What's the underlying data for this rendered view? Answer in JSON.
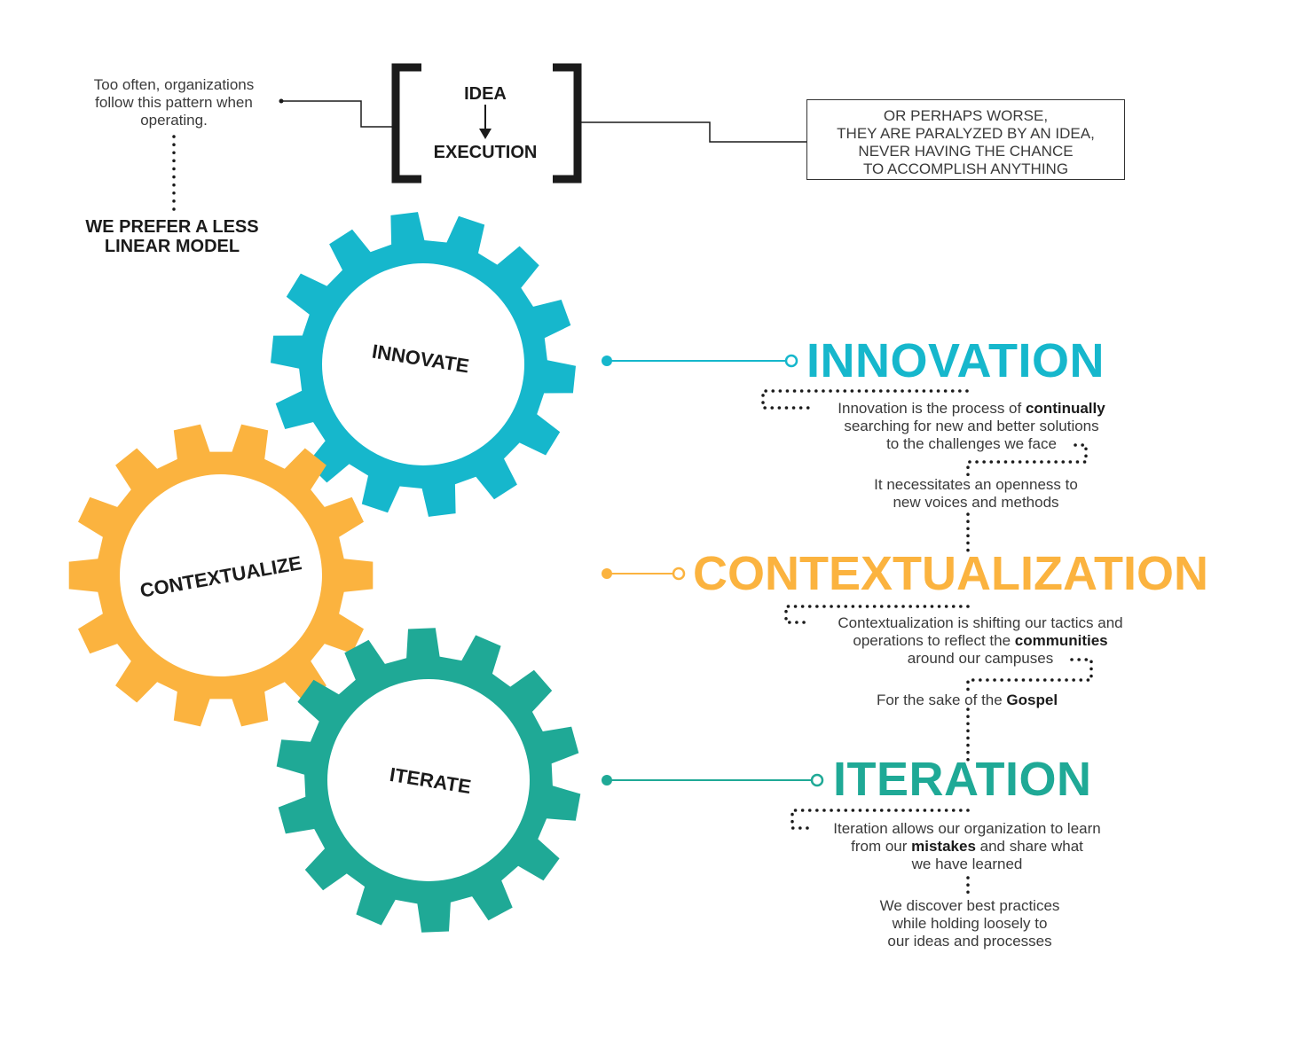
{
  "intro": {
    "left_note": [
      "Too often, organizations",
      "follow this pattern when",
      "operating."
    ],
    "prefer": [
      "WE PREFER A LESS",
      "LINEAR MODEL"
    ],
    "idea": "IDEA",
    "execution": "EXECUTION",
    "right_box": [
      "OR PERHAPS WORSE,",
      "THEY ARE PARALYZED BY AN IDEA,",
      "NEVER HAVING THE CHANCE",
      "TO ACCOMPLISH ANYTHING"
    ]
  },
  "gears": {
    "innovate": "INNOVATE",
    "contextualize": "CONTEXTUALIZE",
    "iterate": "ITERATE"
  },
  "colors": {
    "innovation": "#16b7cc",
    "contextualization": "#fbb33f",
    "iteration": "#1fa996",
    "dark": "#1b1b1b"
  },
  "innovation": {
    "heading": "INNOVATION",
    "p1": {
      "a": "Innovation is the process of ",
      "b": "continually",
      "c": "searching for new and better solutions",
      "d": "to the challenges we face"
    },
    "p2": [
      "It necessitates an openness to",
      "new voices and methods"
    ]
  },
  "contextualization": {
    "heading": "CONTEXTUALIZATION",
    "p1": {
      "a": "Contextualization is shifting our tactics and",
      "b": "operations to reflect the ",
      "c": "communities",
      "d": "around our campuses"
    },
    "p2": {
      "a": "For the sake of the ",
      "b": "Gospel"
    }
  },
  "iteration": {
    "heading": "ITERATION",
    "p1": {
      "a": "Iteration allows our organization to learn",
      "b": "from our ",
      "c": "mistakes",
      "d": " and share what",
      "e": "we have learned"
    },
    "p2": [
      "We discover best practices",
      "while holding loosely to",
      "our ideas and processes"
    ]
  }
}
